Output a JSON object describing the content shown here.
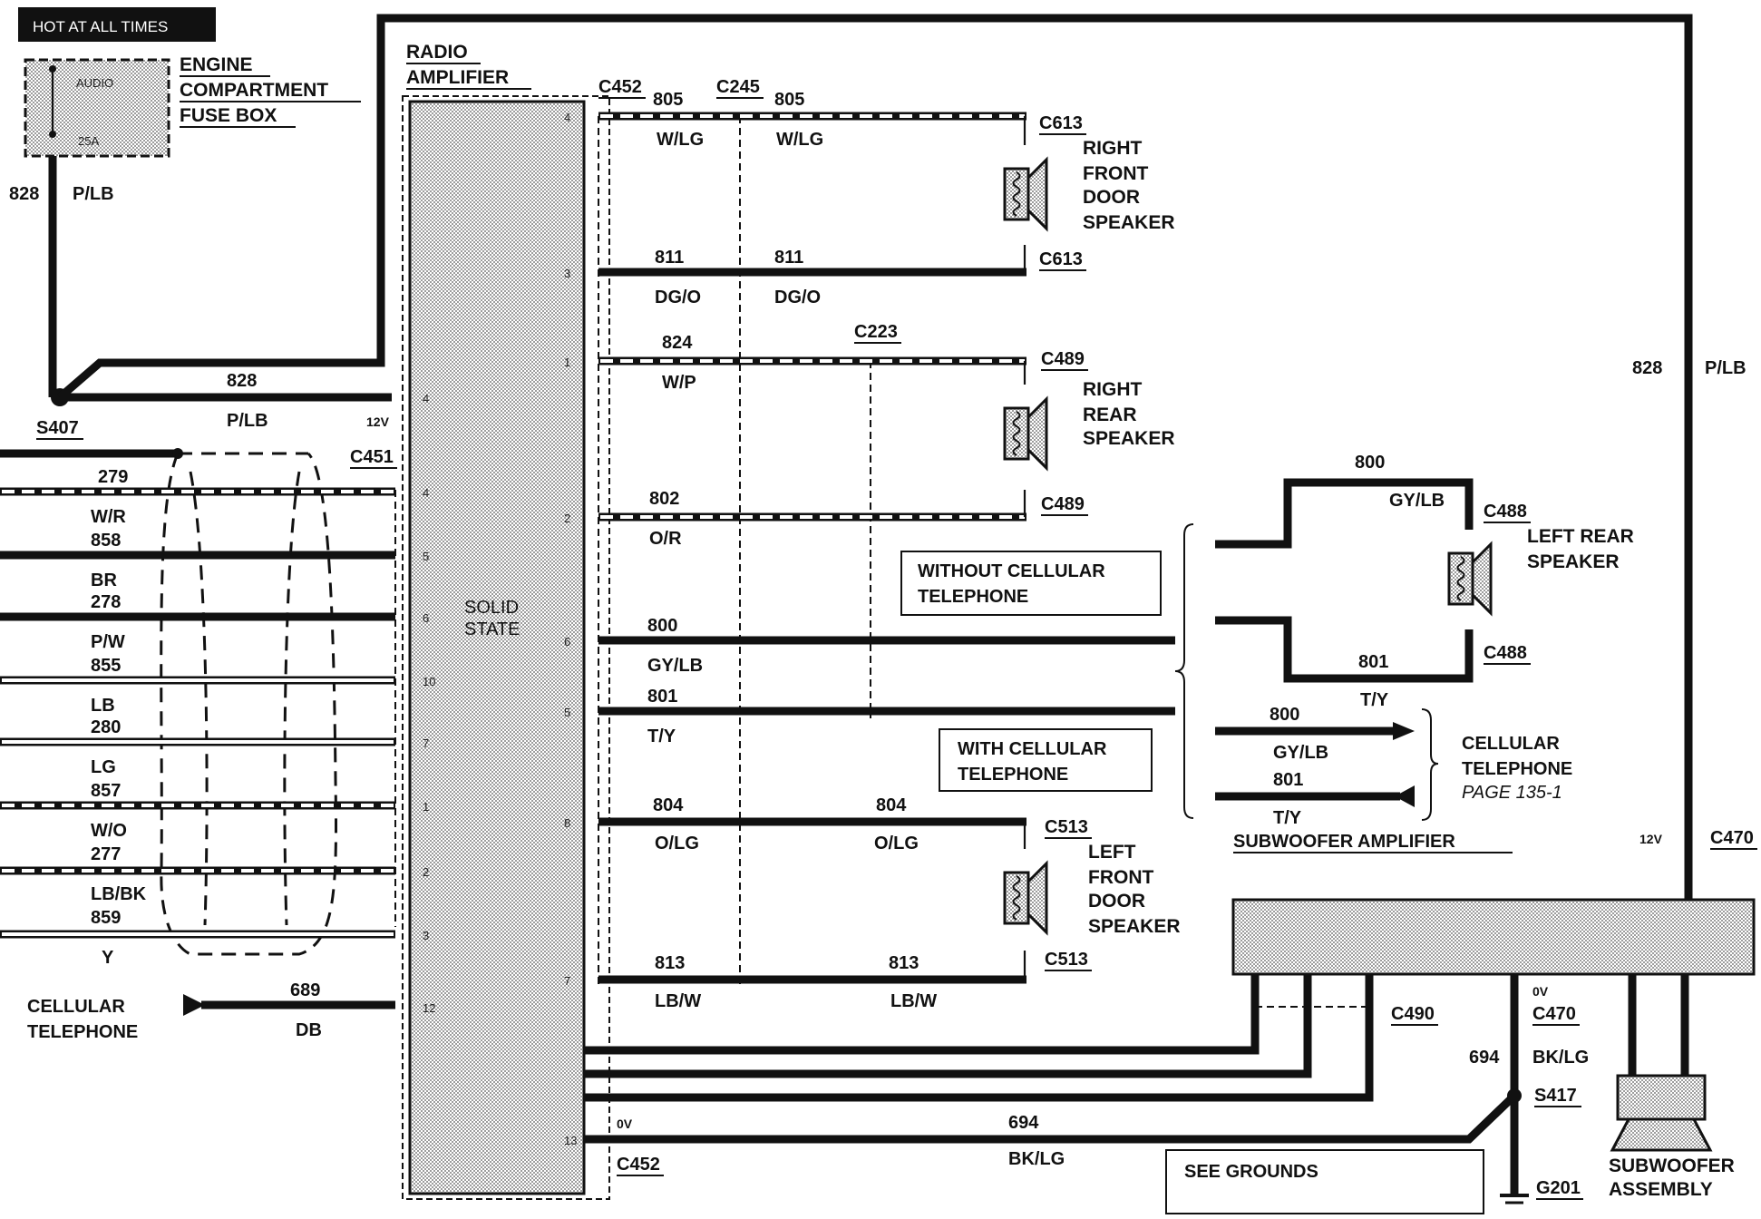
{
  "header": {
    "hot_label": "HOT AT ALL TIMES"
  },
  "fuse_box": {
    "audio": "AUDIO",
    "amp": "25A",
    "label": [
      "ENGINE",
      "COMPARTMENT",
      "FUSE BOX"
    ]
  },
  "amplifier": {
    "label": [
      "RADIO",
      "AMPLIFIER"
    ],
    "state": [
      "SOLID",
      "STATE"
    ]
  },
  "splices": {
    "s407": "S407",
    "s417": "S417",
    "g201": "G201"
  },
  "connectors": {
    "c452": "C452",
    "c245": "C245",
    "c223": "C223",
    "c451": "C451",
    "c613": "C613",
    "c489": "C489",
    "c513": "C513",
    "c488": "C488",
    "c470": "C470",
    "c490": "C490"
  },
  "voltages": {
    "v12": "12V",
    "v0": "0V"
  },
  "wires": {
    "w828": {
      "num": "828",
      "color": "P/LB"
    },
    "w805": {
      "num": "805",
      "color": "W/LG"
    },
    "w811": {
      "num": "811",
      "color": "DG/O"
    },
    "w824": {
      "num": "824",
      "color": "W/P"
    },
    "w802": {
      "num": "802",
      "color": "O/R"
    },
    "w800": {
      "num": "800",
      "color": "GY/LB"
    },
    "w801": {
      "num": "801",
      "color": "T/Y"
    },
    "w804": {
      "num": "804",
      "color": "O/LG"
    },
    "w813": {
      "num": "813",
      "color": "LB/W"
    },
    "w689": {
      "num": "689",
      "color": "DB"
    },
    "w694": {
      "num": "694",
      "color": "BK/LG"
    }
  },
  "harness": [
    {
      "num": "279",
      "color": "W/R",
      "pin": "4"
    },
    {
      "num": "858",
      "color": "BR",
      "pin": "5"
    },
    {
      "num": "278",
      "color": "P/W",
      "pin": "6"
    },
    {
      "num": "855",
      "color": "LB",
      "pin": "10"
    },
    {
      "num": "280",
      "color": "LG",
      "pin": "7"
    },
    {
      "num": "857",
      "color": "W/O",
      "pin": "1"
    },
    {
      "num": "277",
      "color": "LB/BK",
      "pin": "2"
    },
    {
      "num": "859",
      "color": "Y",
      "pin": "3"
    }
  ],
  "amp_pins": {
    "p4a": "4",
    "p3": "3",
    "p1": "1",
    "p2": "2",
    "p6": "6",
    "p5": "5",
    "p8": "8",
    "p7": "7",
    "p13": "13",
    "p4b": "4",
    "p12": "12"
  },
  "speakers": {
    "rf": [
      "RIGHT",
      "FRONT",
      "DOOR",
      "SPEAKER"
    ],
    "rr": [
      "RIGHT",
      "REAR",
      "SPEAKER"
    ],
    "lf": [
      "LEFT",
      "FRONT",
      "DOOR",
      "SPEAKER"
    ],
    "lr": [
      "LEFT REAR",
      "SPEAKER"
    ]
  },
  "notes": {
    "without_cell": [
      "WITHOUT CELLULAR",
      "TELEPHONE"
    ],
    "with_cell": [
      "WITH CELLULAR",
      "TELEPHONE"
    ],
    "cell_tel": [
      "CELLULAR",
      "TELEPHONE"
    ],
    "cell_page": "PAGE 135-1",
    "cell_input": [
      "CELLULAR",
      "TELEPHONE"
    ],
    "sub_amp": "SUBWOOFER AMPLIFIER",
    "sub_assembly": [
      "SUBWOOFER",
      "ASSEMBLY"
    ],
    "see_grounds": "SEE GROUNDS"
  }
}
